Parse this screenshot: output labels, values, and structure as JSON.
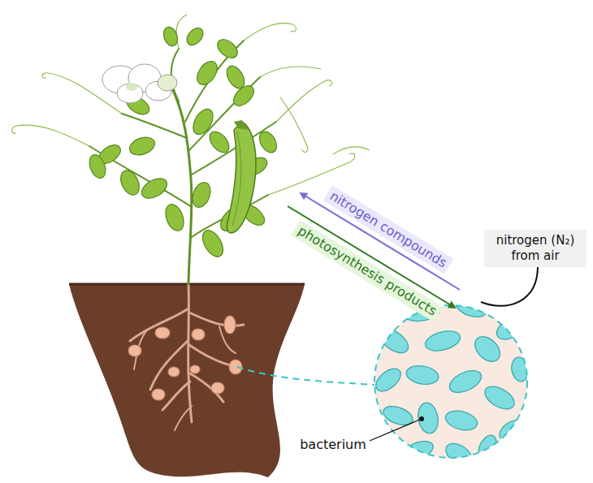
{
  "diagram": {
    "nodes": [
      {
        "text": [
          "nitrogen (N₂) from air"
        ]
      }
    ],
    "labels": [
      "nitrogen compounds",
      "photosynthesis products",
      "bacterium"
    ]
  }
}
